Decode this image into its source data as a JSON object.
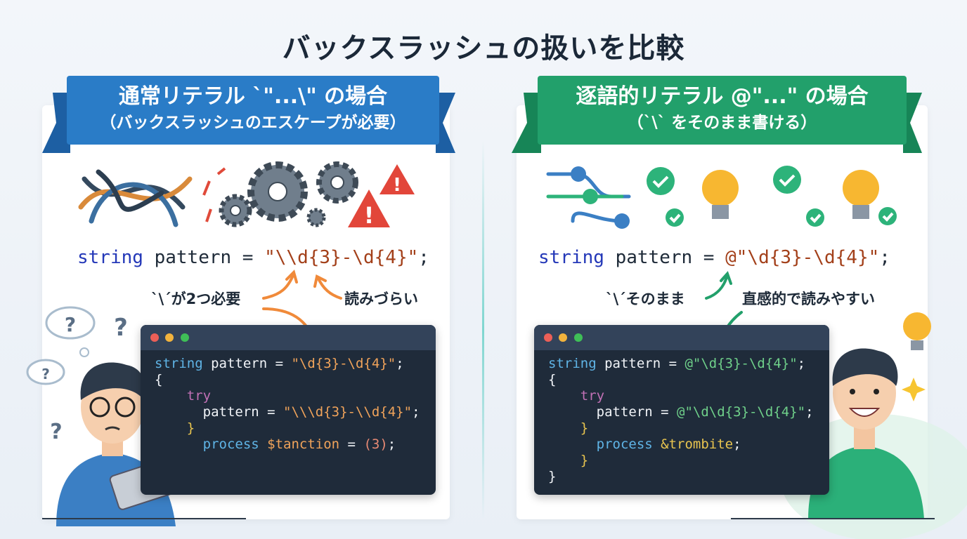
{
  "title": "バックスラッシュの扱いを比較",
  "left": {
    "banner_title": "通常リテラル `\"...\\\" の場合",
    "banner_subtitle": "（バックスラッシュのエスケープが必要）",
    "main_code": {
      "keyword": "string",
      "rest": " pattern = ",
      "string": "\"\\\\d{3}-\\d{4}\"",
      "end": ";"
    },
    "note_left": "`\\´が2つ必要",
    "note_right": "読みづらい",
    "window_code": [
      [
        {
          "t": "string",
          "c": "c-kw"
        },
        {
          "t": " pattern = ",
          "c": ""
        },
        {
          "t": "\"\\d{3}-\\d{4}\"",
          "c": "c-o"
        },
        {
          "t": ";",
          "c": ""
        }
      ],
      [
        {
          "t": "{",
          "c": ""
        }
      ],
      [
        {
          "t": "    try",
          "c": "c-try"
        }
      ],
      [
        {
          "t": "      pattern = ",
          "c": ""
        },
        {
          "t": "\"\\\\\\d{3}-\\\\d{4}\"",
          "c": "c-o"
        },
        {
          "t": ";",
          "c": ""
        }
      ],
      [
        {
          "t": "    }",
          "c": "c-y"
        }
      ],
      [
        {
          "t": "      process ",
          "c": "c-p"
        },
        {
          "t": "$tanction",
          "c": "c-o"
        },
        {
          "t": " = ",
          "c": ""
        },
        {
          "t": "(3)",
          "c": "c-n"
        },
        {
          "t": ";",
          "c": ""
        }
      ]
    ],
    "color": "#2a7cc7"
  },
  "right": {
    "banner_title": "逐語的リテラル @\"...\" の場合",
    "banner_subtitle": "（`\\` をそのまま書ける）",
    "main_code": {
      "keyword": "string",
      "rest": " pattern = ",
      "string": "@\"\\d{3}-\\d{4}\"",
      "end": ";"
    },
    "note_left": "`\\´そのまま",
    "note_right": "直感的で読みやすい",
    "window_code": [
      [
        {
          "t": "string",
          "c": "c-kw"
        },
        {
          "t": " pattern = ",
          "c": ""
        },
        {
          "t": "@\"\\d{3}-\\d{4}\"",
          "c": "c-g"
        },
        {
          "t": ";",
          "c": ""
        }
      ],
      [
        {
          "t": "{",
          "c": ""
        }
      ],
      [
        {
          "t": "    try",
          "c": "c-try"
        }
      ],
      [
        {
          "t": "      pattern = ",
          "c": ""
        },
        {
          "t": "@\"\\d\\d{3}-\\d{4}\"",
          "c": "c-g"
        },
        {
          "t": ";",
          "c": ""
        }
      ],
      [
        {
          "t": "    }",
          "c": "c-y"
        }
      ],
      [
        {
          "t": "      process ",
          "c": "c-p"
        },
        {
          "t": "&trombite",
          "c": "c-y"
        },
        {
          "t": ";",
          "c": ""
        }
      ],
      [
        {
          "t": "    }",
          "c": "c-y"
        }
      ],
      [
        {
          "t": "}",
          "c": ""
        }
      ]
    ],
    "color": "#22a06b"
  },
  "thought_marks": [
    "?",
    "?",
    "?",
    "?"
  ]
}
